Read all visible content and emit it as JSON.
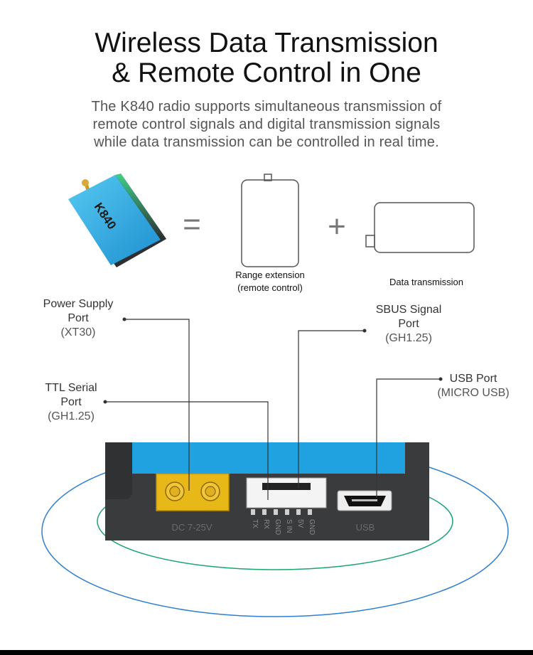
{
  "title": {
    "line1": "Wireless Data Transmission",
    "line2": "& Remote Control in One"
  },
  "subtitle": {
    "line1": "The K840 radio supports simultaneous transmission of",
    "line2": "remote control signals and digital transmission signals",
    "line3": "while data transmission can be controlled in real time."
  },
  "device": {
    "brand": "K840",
    "equals": "=",
    "plus": "+"
  },
  "modules": {
    "range": {
      "line1": "Range extension",
      "line2": "(remote control)"
    },
    "data": {
      "label": "Data transmission"
    }
  },
  "ports": {
    "power": {
      "line1": "Power Supply",
      "line2": "Port",
      "line3": "(XT30)"
    },
    "sbus": {
      "line1": "SBUS Signal",
      "line2": "Port",
      "line3": "(GH1.25)"
    },
    "ttl": {
      "line1": "TTL Serial",
      "line2": "Port",
      "line3": "(GH1.25)"
    },
    "usb": {
      "line1": "USB Port",
      "line2": "(MICRO USB)"
    }
  },
  "panel": {
    "dc_label": "DC 7-25V",
    "usb_label": "USB",
    "pins": [
      "TX",
      "RX",
      "GND",
      "S IN",
      "5V",
      "GND"
    ]
  },
  "colors": {
    "accent": "#29a7e0",
    "body": "#3a3b3d",
    "xt30": "#e8b818",
    "ring_blue": "#2e7fd0",
    "ring_green": "#1aa56e"
  }
}
